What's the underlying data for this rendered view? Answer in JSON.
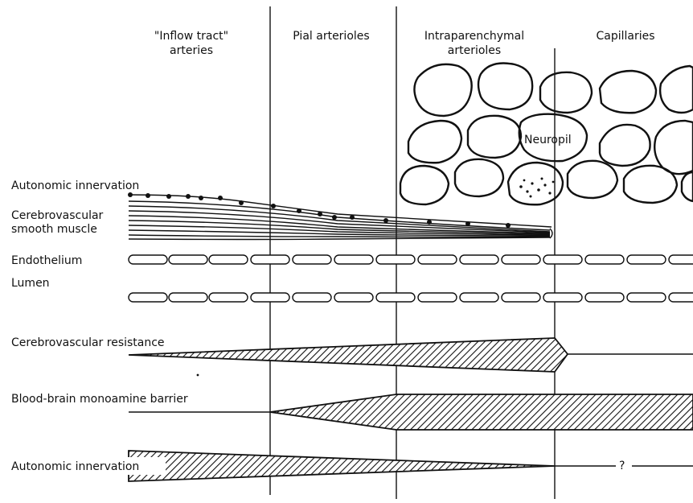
{
  "columns": [
    {
      "line1": "\"Inflow tract\"",
      "line2": "arteries"
    },
    {
      "line1": "Pial arterioles",
      "line2": ""
    },
    {
      "line1": "Intraparenchymal",
      "line2": "arterioles"
    },
    {
      "line1": "Capillaries",
      "line2": ""
    }
  ],
  "tissue": {
    "neuropil_label": "Neuropil"
  },
  "vessel_labels": {
    "autonomic_innervation": "Autonomic innervation",
    "smooth_muscle_line1": "Cerebrovascular",
    "smooth_muscle_line2": "smooth muscle",
    "endothelium": "Endothelium",
    "lumen": "Lumen"
  },
  "profiles": {
    "resistance": "Cerebrovascular resistance",
    "barrier": "Blood-brain monoamine barrier",
    "innervation": "Autonomic innervation",
    "unknown_marker": "?"
  }
}
